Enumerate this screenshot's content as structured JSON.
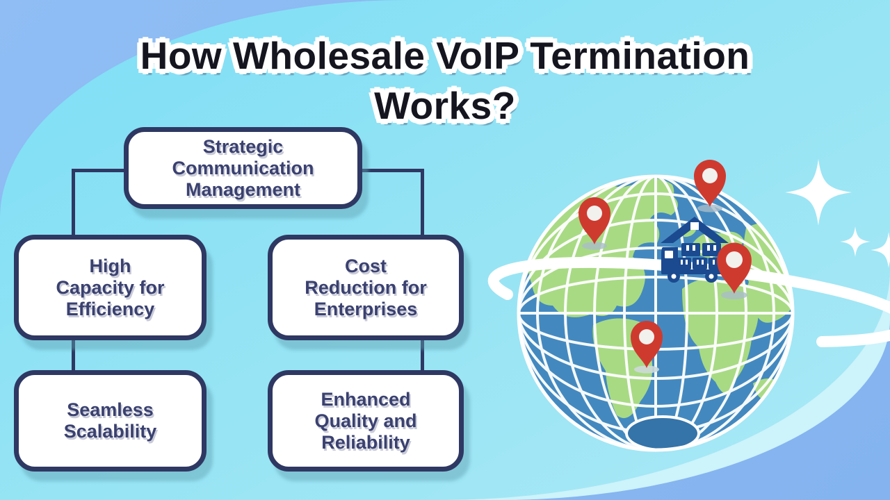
{
  "title": {
    "line1": "How Wholesale VoIP Termination",
    "line2": "Works?"
  },
  "diagram": {
    "root": {
      "lines": [
        "Strategic",
        "Communication",
        "Management"
      ]
    },
    "nodes": [
      {
        "lines": [
          "High",
          "Capacity for",
          "Efficiency"
        ]
      },
      {
        "lines": [
          "Cost",
          "Reduction for",
          "Enterprises"
        ]
      },
      {
        "lines": [
          "Seamless",
          "Scalability"
        ]
      },
      {
        "lines": [
          "Enhanced",
          "Quality and",
          "Reliability"
        ]
      }
    ]
  },
  "illustration": {
    "icons": [
      "globe-icon",
      "map-pin-icon",
      "moving-truck-icon",
      "orbit-ring-icon",
      "sparkle-icon"
    ],
    "map_pin_count": 4
  },
  "colors": {
    "background_cyan": "#8fe2f5",
    "background_periwinkle": "#87b6f0",
    "pale_band": "#cdf3fb",
    "box_border_navy": "#2e3862",
    "box_text_navy": "#3a4170",
    "title_text": "#14151f",
    "title_outline": "#ffffff",
    "ocean_blue": "#4389bf",
    "land_green": "#a8da84",
    "pole_blue": "#3474a9",
    "pin_red": "#cf3a2f",
    "truck_navy": "#1b4a90",
    "grid_white": "#ffffff"
  }
}
